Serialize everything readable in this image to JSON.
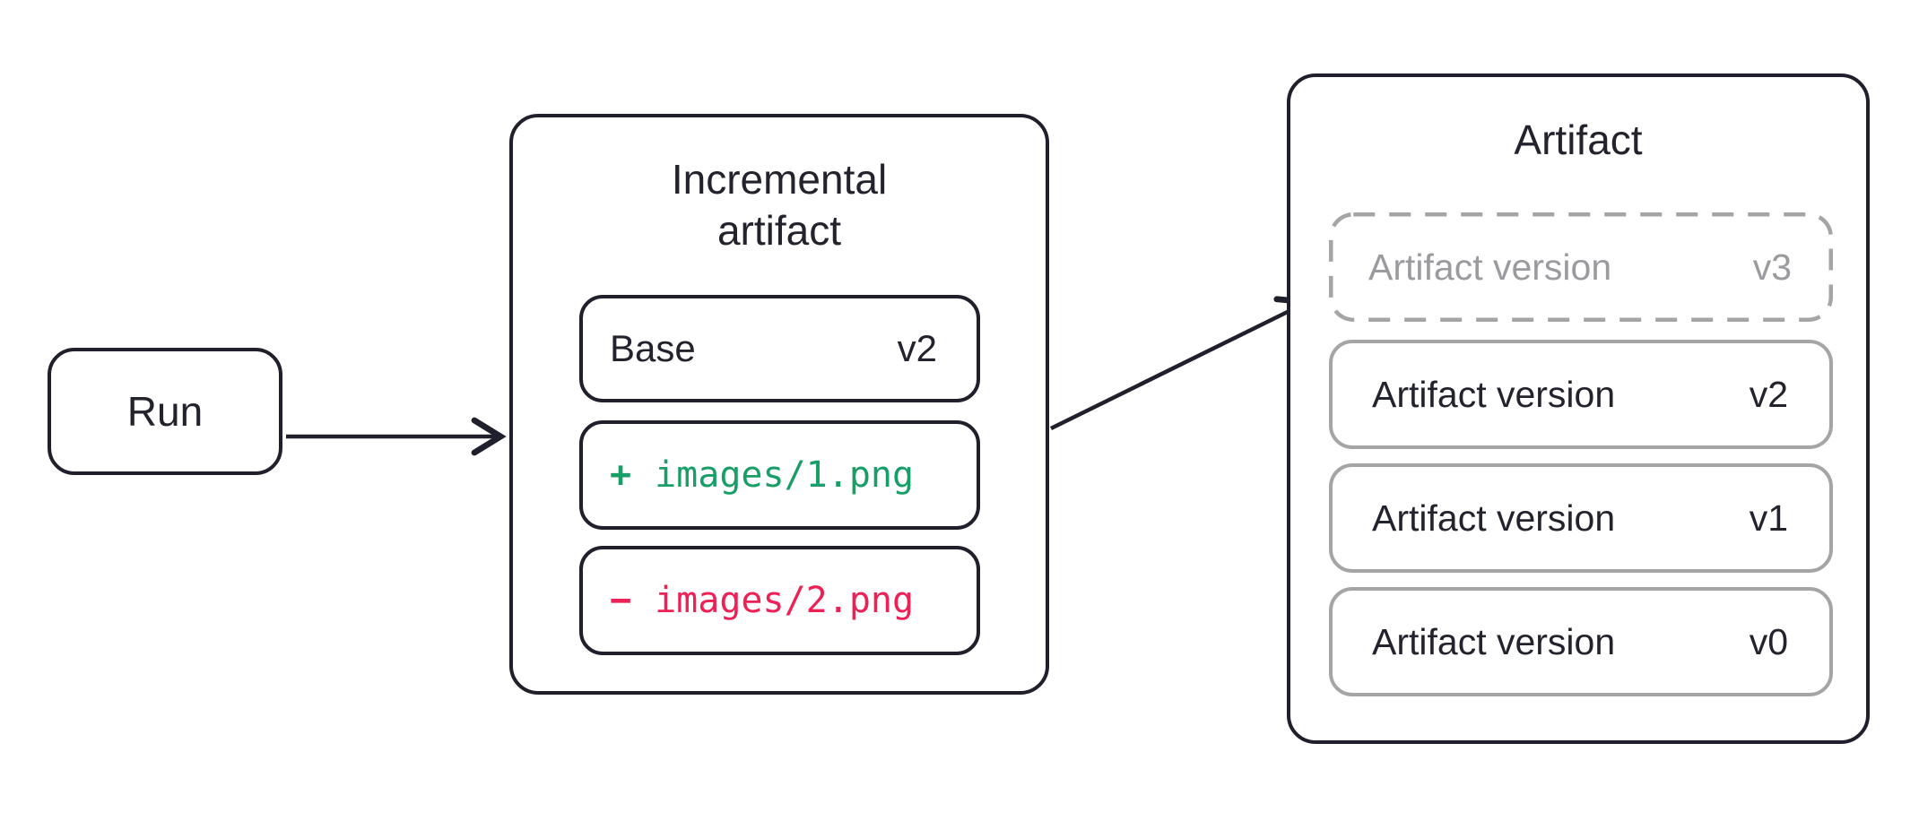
{
  "colors": {
    "background": "#ffffff",
    "stroke_dark": "#20202c",
    "text_dark": "#23232e",
    "border_gray": "#a5a5a5",
    "text_gray": "#9b9b9f",
    "added_green": "#189e67",
    "removed_red": "#ec2155"
  },
  "run": {
    "label": "Run"
  },
  "incremental_artifact": {
    "title": "Incremental artifact",
    "base": {
      "label": "Base",
      "version": "v2"
    },
    "added_file": {
      "sign": "+",
      "path": "images/1.png"
    },
    "removed_file": {
      "sign": "−",
      "path": "images/2.png"
    }
  },
  "artifact": {
    "title": "Artifact",
    "versions": [
      {
        "label": "Artifact version",
        "version": "v3",
        "style": "dashed"
      },
      {
        "label": "Artifact version",
        "version": "v2",
        "style": "solid"
      },
      {
        "label": "Artifact version",
        "version": "v1",
        "style": "solid"
      },
      {
        "label": "Artifact version",
        "version": "v0",
        "style": "solid"
      }
    ]
  }
}
